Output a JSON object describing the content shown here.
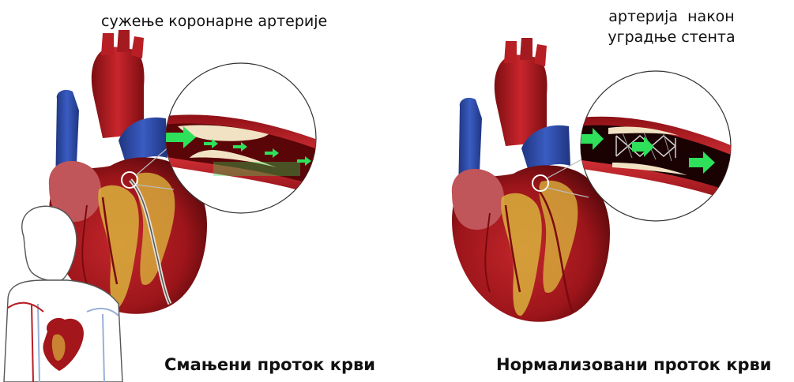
{
  "left_panel": {
    "top_label": "сужење коронарне артерије",
    "caption": "Смањени проток крви"
  },
  "right_panel": {
    "top_label_line1": "артерија  након",
    "top_label_line2": "уградње стента",
    "caption": "Нормализовани проток крви"
  },
  "colors": {
    "heart_red": "#a3161b",
    "heart_dark": "#6e0c10",
    "vein_blue": "#2d4aa0",
    "fat_yellow": "#d8b23c",
    "flow_green": "#2ee05a",
    "plaque": "#f2e2c4"
  }
}
